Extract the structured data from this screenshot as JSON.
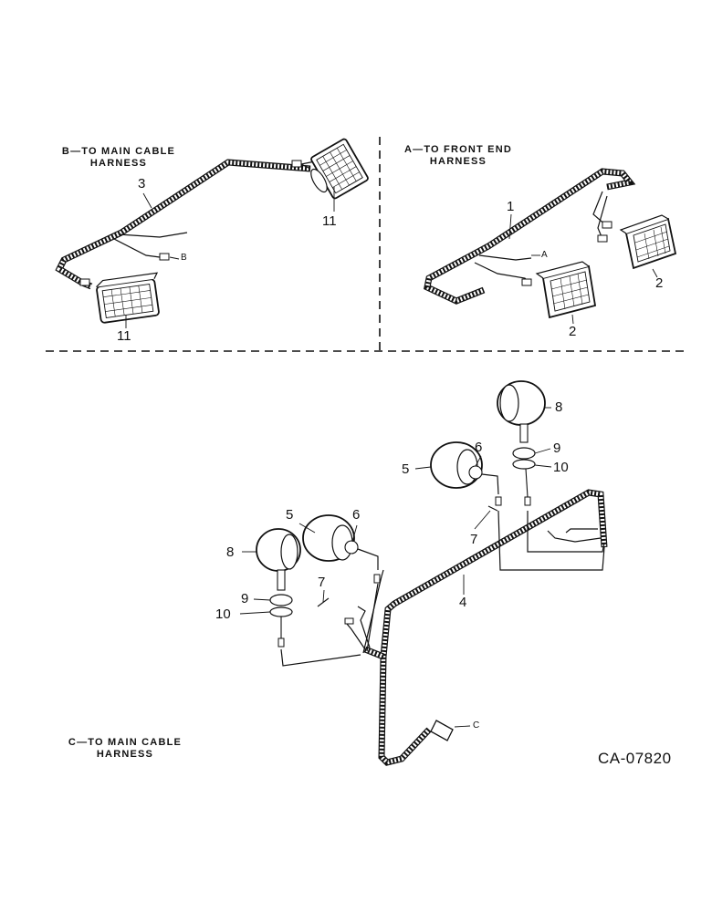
{
  "captions": {
    "b_line1": "B—TO MAIN CABLE",
    "b_line2": "HARNESS",
    "a_line1": "A—TO FRONT END",
    "a_line2": "HARNESS",
    "c_line1": "C—TO MAIN CABLE",
    "c_line2": "HARNESS"
  },
  "callouts": {
    "n1": "1",
    "n2a": "2",
    "n2b": "2",
    "n3": "3",
    "n4": "4",
    "n5a": "5",
    "n5b": "5",
    "n6a": "6",
    "n6b": "6",
    "n7a": "7",
    "n7b": "7",
    "n8a": "8",
    "n8b": "8",
    "n9a": "9",
    "n9b": "9",
    "n10a": "10",
    "n10b": "10",
    "n11a": "11",
    "n11b": "11",
    "ta": "A",
    "tb": "B",
    "tc": "C"
  },
  "figure_code": "CA-07820",
  "icons": [
    "rectangular-work-lamp",
    "round-flood-lamp",
    "cable-harness",
    "wire-connector"
  ]
}
